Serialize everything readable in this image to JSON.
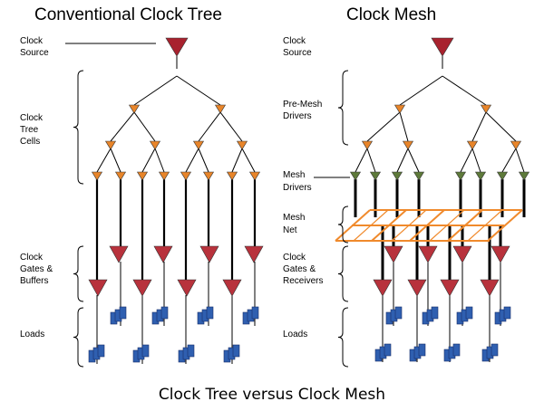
{
  "titles": {
    "left": "Conventional Clock Tree",
    "right": "Clock Mesh"
  },
  "left_labels": {
    "clock_source": [
      "Clock",
      "Source"
    ],
    "clock_tree_cells": [
      "Clock",
      "Tree",
      "Cells"
    ],
    "clock_gates_buffers": [
      "Clock",
      "Gates &",
      "Buffers"
    ],
    "loads": "Loads"
  },
  "right_labels": {
    "clock_source": [
      "Clock",
      "Source"
    ],
    "pre_mesh_drivers": [
      "Pre-Mesh",
      "Drivers"
    ],
    "mesh_drivers": [
      "Mesh",
      "Drivers"
    ],
    "mesh_net": [
      "Mesh",
      "Net"
    ],
    "clock_gates_receivers": [
      "Clock",
      "Gates &",
      "Receivers"
    ],
    "loads": "Loads"
  },
  "caption": "Clock Tree versus Clock Mesh",
  "colors": {
    "source": "#a8222e",
    "tree_cell": "#e8852a",
    "mesh_driver": "#5e7a3a",
    "gate": "#b8323c",
    "load": "#2f5fb0",
    "mesh_net": "#f08a2c"
  }
}
